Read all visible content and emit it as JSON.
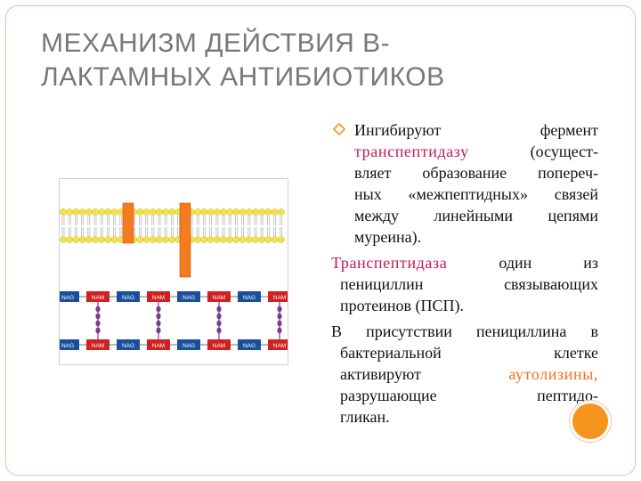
{
  "slide": {
    "title": "МЕХАНИЗМ ДЕЙСТВИЯ В-ЛАКТАМНЫХ АНТИБИОТИКОВ",
    "title_line1": "МЕХАНИЗМ ДЕЙСТВИЯ В-",
    "title_line2": "ЛАКТАМНЫХ АНТИБИОТИКОВ",
    "accent_color": "#f7941d",
    "highlight_color": "#c2185b",
    "highlight_color_2": "#f36d21"
  },
  "bullet": {
    "icon": "hollow-diamond-icon",
    "l1a": "Ингибируют",
    "l1b": "фермент",
    "l2a": "транспептидазу",
    "l2b": "(осущест-",
    "l3": "вляет образование попереч-",
    "l4": "ных «межпептидных» связей",
    "l5": "между линейными цепями",
    "l6": "муреина)."
  },
  "para2": {
    "l1a": "Транспептидаза",
    "l1b": "один из",
    "l2": "пенициллин связывающих",
    "l3": "протеинов (ПСП)."
  },
  "para3": {
    "l1": "В присутствии пенициллина в",
    "l2a": "бактериальной",
    "l2b": "клетке",
    "l3a": "активируют",
    "l3b": "аутолизины,",
    "l4a": "разрушающие",
    "l4b": "пептидо-",
    "l5": "гликан."
  },
  "diagram": {
    "labels_top": [
      "NAG",
      "NAM",
      "NAG",
      "NAM",
      "NAG",
      "NAM",
      "NAG",
      "NAM"
    ],
    "labels_bottom": [
      "NAG",
      "NAM",
      "NAG",
      "NAM",
      "NAG",
      "NAM",
      "NAG",
      "NAM"
    ],
    "nag_color": "#1a4f9c",
    "nam_color": "#d02020",
    "protein_color": "#f47b20",
    "lipid_color": "#f2e24a",
    "peptide_color": "#7a3c8c"
  }
}
